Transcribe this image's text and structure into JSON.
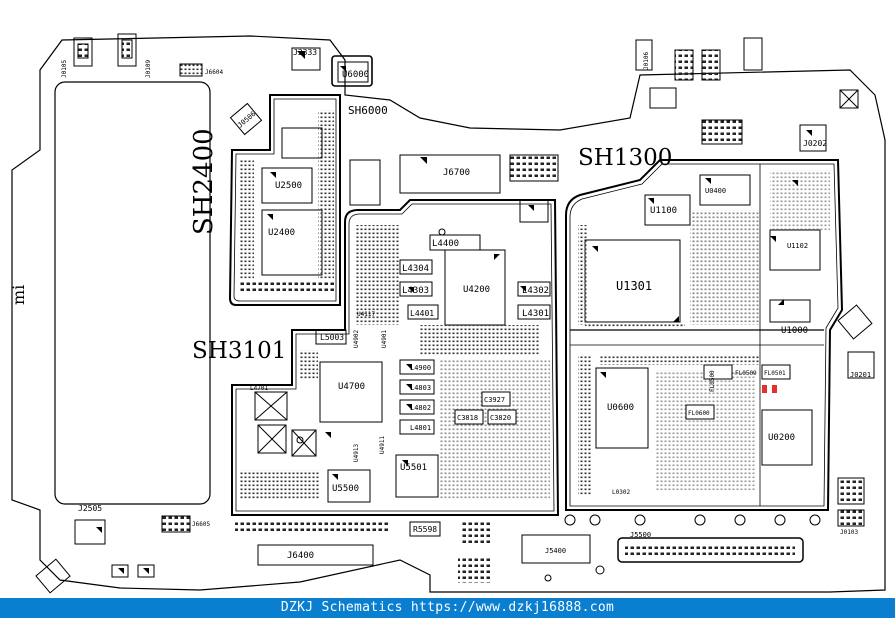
{
  "shield_labels": {
    "sh2400": "SH2400",
    "sh1300": "SH1300",
    "sh3101": "SH3101",
    "sh6000": "SH6000"
  },
  "logo": "mi",
  "components": {
    "u6000": "U6000",
    "j2333": "J2333",
    "j6604": "J6604",
    "j0105": "J0105",
    "j0109": "J0109",
    "j6700": "J6700",
    "u2500": "U2500",
    "u2400": "U2400",
    "u4200": "U4200",
    "l4400": "L4400",
    "l4304": "L4304",
    "l4303": "L4303",
    "l4401": "L4401",
    "l4302": "L4302",
    "l4301": "L4301",
    "u1301": "U1301",
    "u1100": "U1100",
    "u1102": "U1102",
    "u1000": "U1000",
    "u0600": "U0600",
    "u4700": "U4700",
    "u5500": "U5500",
    "u5501": "U5501",
    "u0200": "U0200",
    "j0202": "J0202",
    "j0201": "J0201",
    "j0106": "J0106",
    "l5003": "L5003",
    "j6400": "J6400",
    "r5598": "R5598",
    "j5400": "J5400",
    "j5500": "J5500",
    "j2505": "J2505",
    "j6605": "J6605",
    "j0103": "J0103",
    "l4900": "L4900",
    "l4803": "L4803",
    "l4802": "L4802",
    "l4801": "L4801",
    "c3818": "C3818",
    "c3820": "C3820",
    "c3927": "C3927",
    "u0400": "U0400",
    "fl0500": "FL0500",
    "fl0600": "FL0600",
    "fl0509": "FL0509",
    "fl0501": "FL0501",
    "l0302": "L0302",
    "j0506": "J0506",
    "l4701": "L4701",
    "u4902": "U4902",
    "u4901": "U4901",
    "u4117": "U4117",
    "u4911": "U4911",
    "u4913": "U4913"
  },
  "footer": {
    "text": "DZKJ Schematics https://www.dzkj16888.com"
  },
  "colors": {
    "footer_bg": "#0a7fd0",
    "outline": "#000000",
    "marker_red": "#e53030"
  }
}
